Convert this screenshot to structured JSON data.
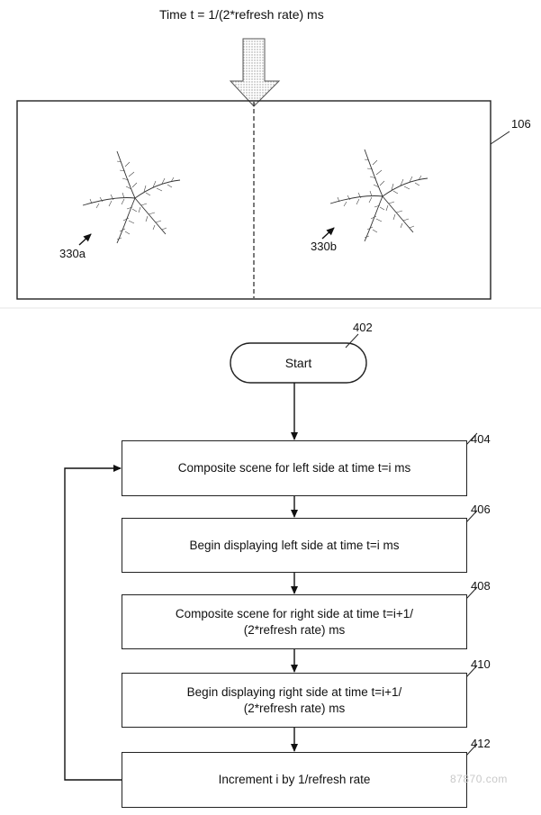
{
  "top_figure": {
    "caption": "Time t = 1/(2*refresh rate) ms",
    "ref_display": "106",
    "ref_left_scene": "330a",
    "ref_right_scene": "330b"
  },
  "flowchart": {
    "start_label": "Start",
    "ref_start": "402",
    "steps": [
      {
        "ref": "404",
        "lines": [
          "Composite scene for left side at time t=i ms"
        ]
      },
      {
        "ref": "406",
        "lines": [
          "Begin displaying left side at time t=i ms"
        ]
      },
      {
        "ref": "408",
        "lines": [
          "Composite scene for right side at time t=i+1/",
          "(2*refresh rate) ms"
        ]
      },
      {
        "ref": "410",
        "lines": [
          "Begin displaying right side at time t=i+1/",
          "(2*refresh rate) ms"
        ]
      },
      {
        "ref": "412",
        "lines": [
          "Increment i by 1/refresh rate"
        ]
      }
    ]
  },
  "watermark": {
    "text": "87870.com",
    "icon": "mascot-face-icon"
  }
}
